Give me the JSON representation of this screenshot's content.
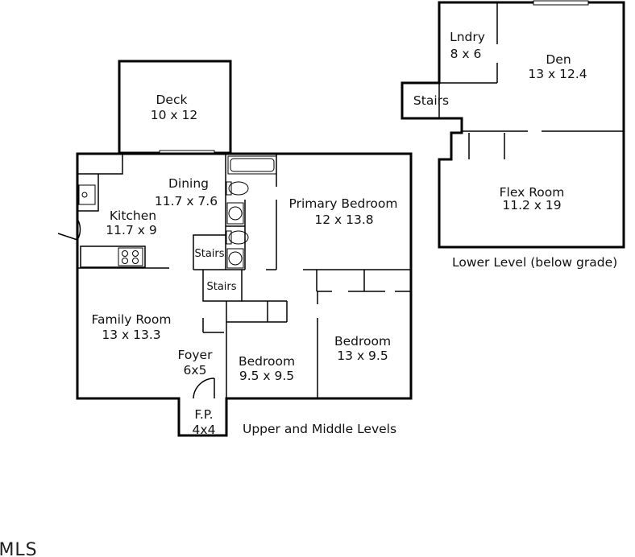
{
  "rooms": {
    "deck": {
      "name": "Deck",
      "dims": "10 x 12"
    },
    "dining": {
      "name": "Dining",
      "dims": "11.7 x 7.6"
    },
    "kitchen": {
      "name": "Kitchen",
      "dims": "11.7 x 9"
    },
    "primary_bedroom": {
      "name": "Primary Bedroom",
      "dims": "12 x 13.8"
    },
    "stairs_upper": {
      "name": "Stairs"
    },
    "stairs_middle": {
      "name": "Stairs"
    },
    "family_room": {
      "name": "Family Room",
      "dims": "13 x 13.3"
    },
    "foyer": {
      "name": "Foyer",
      "dims": "6x5"
    },
    "bedroom_2": {
      "name": "Bedroom",
      "dims": "9.5 x 9.5"
    },
    "bedroom_3": {
      "name": "Bedroom",
      "dims": "13 x 9.5"
    },
    "fp": {
      "name": "F.P.",
      "dims": "4x4"
    },
    "lndry": {
      "name": "Lndry",
      "dims": "8 x 6"
    },
    "den": {
      "name": "Den",
      "dims": "13 x 12.4"
    },
    "stairs_lower": {
      "name": "Stairs"
    },
    "flex_room": {
      "name": "Flex Room",
      "dims": "11.2 x 19"
    }
  },
  "captions": {
    "upper_middle": "Upper and Middle Levels",
    "lower": "Lower Level (below grade)"
  },
  "watermark": "TMLS"
}
